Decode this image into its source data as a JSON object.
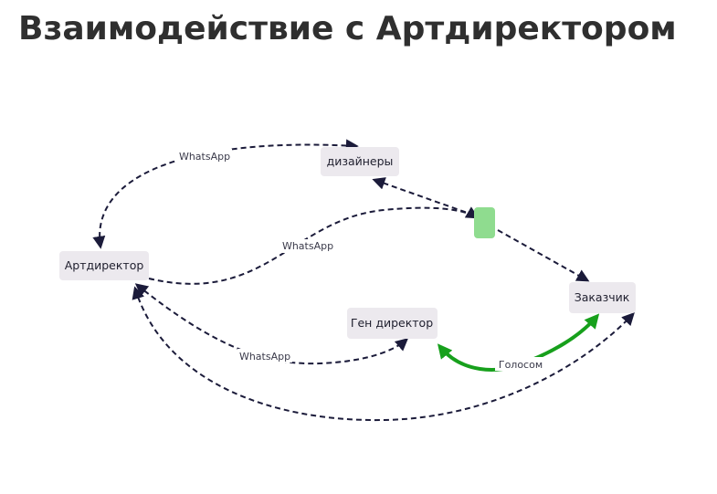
{
  "header": {
    "title": "Взаимодействие с Артдиректором"
  },
  "diagram": {
    "nodes": {
      "artdirector": "Артдиректор",
      "designers": "дизайнеры",
      "customer": "Заказчик",
      "ceo": "Ген директор"
    },
    "edge_labels": {
      "art_designers": "WhatsApp",
      "art_customer": "WhatsApp",
      "art_ceo": "WhatsApp",
      "ceo_customer": "Голосом"
    },
    "colors": {
      "node_fill": "#ece9ee",
      "edge_dashed": "#1b1b3a",
      "edge_voice": "#17a01c",
      "marker_fill": "#8fdc8f"
    }
  }
}
